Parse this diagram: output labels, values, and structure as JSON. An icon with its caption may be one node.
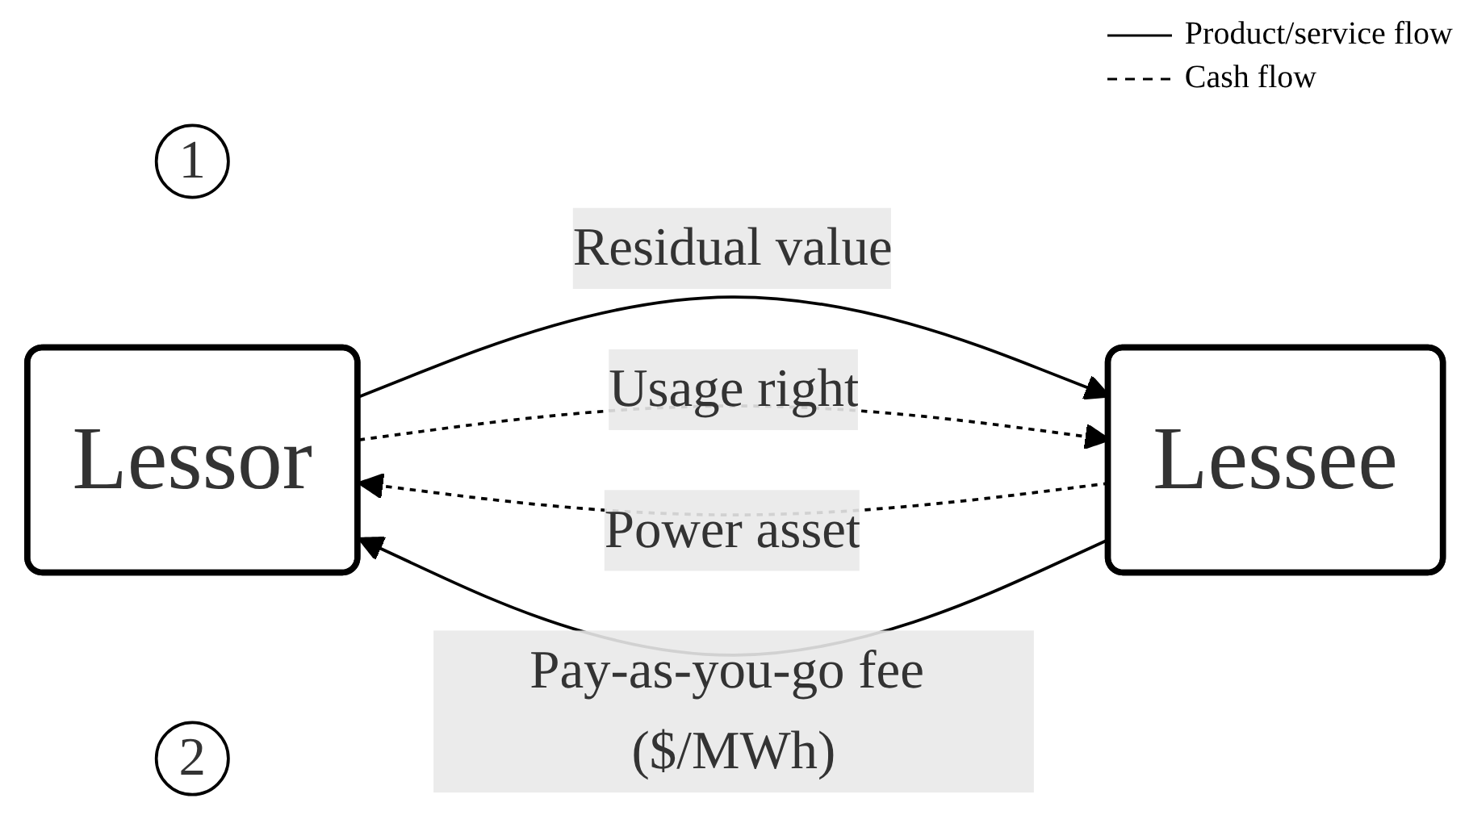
{
  "diagram": {
    "nodes": [
      {
        "text": [
          "1"
        ]
      },
      {
        "text": [
          "Lessor"
        ]
      },
      {
        "text": [
          "Lessee"
        ]
      },
      {
        "text": [
          "2"
        ]
      }
    ],
    "edges": [
      {
        "from": 1,
        "to": 2,
        "arrow": "to",
        "label": "Residual value"
      },
      {
        "from": 2,
        "to": 1,
        "arrow": "to",
        "label": "Power asset",
        "style": "dashed"
      },
      {
        "from": 1,
        "to": 2,
        "arrow": "to",
        "label": "Usage right",
        "style": "dashed"
      },
      {
        "from": 2,
        "to": 1,
        "arrow": "to",
        "label": "Pay-as-you-go fee ($/MWh)"
      }
    ],
    "legend": [
      {
        "text": "Product/service flow"
      },
      {
        "text": "Cash flow"
      }
    ]
  }
}
